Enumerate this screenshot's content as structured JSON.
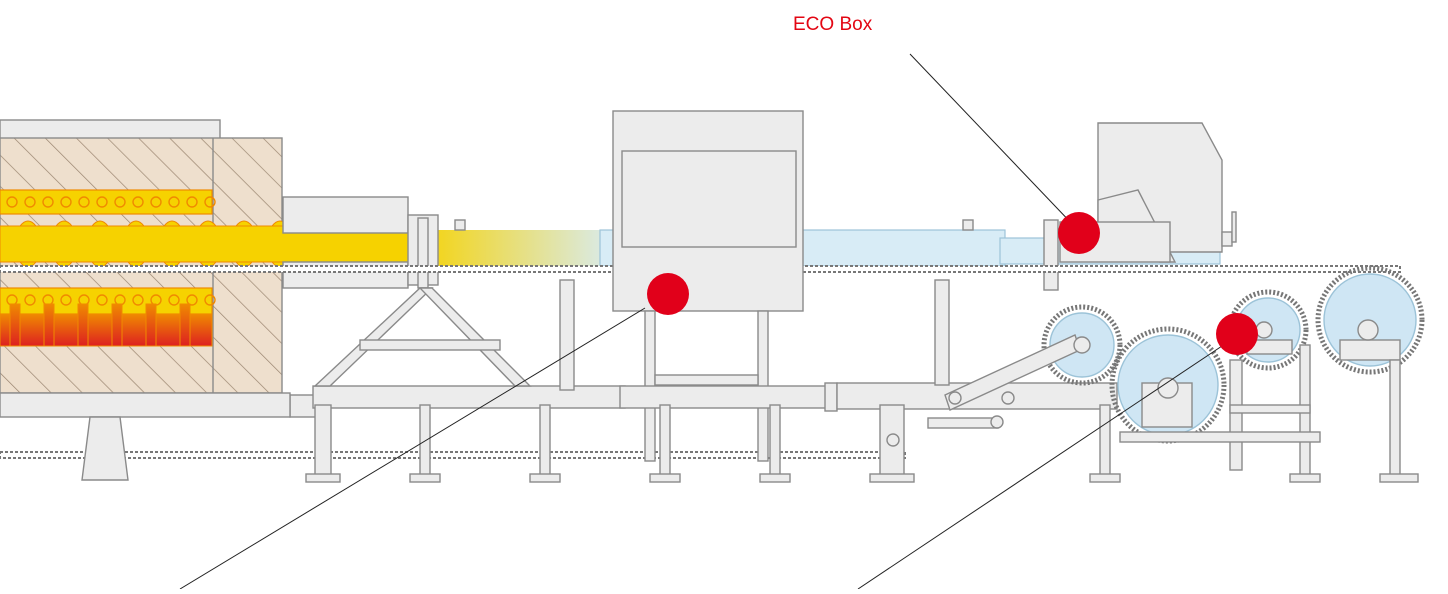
{
  "callouts": [
    {
      "label": "ECO Box"
    }
  ],
  "hotspots": [
    {
      "name": "eco-box-hotspot"
    },
    {
      "name": "inspection-cabinet-hotspot"
    },
    {
      "name": "drive-roller-hotspot"
    }
  ],
  "colors": {
    "accent": "#e30613",
    "hotspot": "#e1001a",
    "line": "#222222",
    "frame_fill": "#ececec",
    "frame_stroke": "#8a8a8a",
    "insulation_fill": "#eedfcd",
    "insulation_hatch": "#9b8570",
    "heat_yellow": "#f6d200",
    "heat_orange": "#f08a00",
    "heat_red": "#dd2020",
    "cool_tube": "#d8ecf6",
    "cool_stroke": "#9cc3d8",
    "roller_fill": "#cfe6f4",
    "chain": "#777777"
  }
}
